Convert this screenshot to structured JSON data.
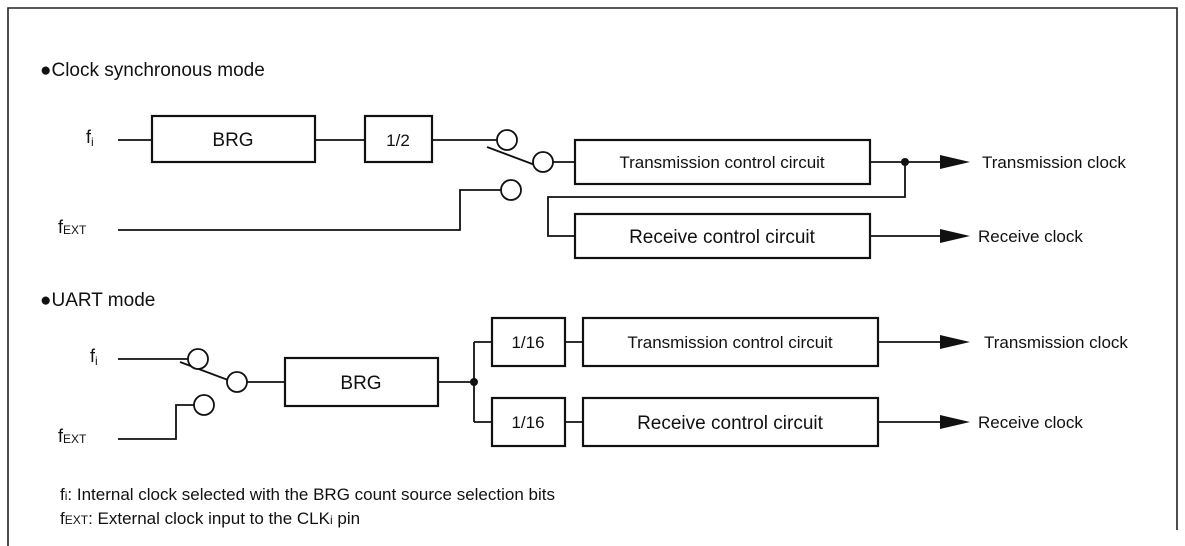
{
  "clock_sync": {
    "heading": "Clock synchronous mode",
    "fi": "f",
    "fi_sub": "i",
    "fext": "f",
    "fext_sub": "EXT",
    "brg": "BRG",
    "divider": "1/2",
    "transmission_box": "Transmission control circuit",
    "receive_box": "Receive control circuit",
    "transmission_out": "Transmission clock",
    "receive_out": "Receive clock"
  },
  "uart": {
    "heading": "UART mode",
    "fi": "f",
    "fi_sub": "i",
    "fext": "f",
    "fext_sub": "EXT",
    "brg": "BRG",
    "divider_tx": "1/16",
    "divider_rx": "1/16",
    "transmission_box": "Transmission control circuit",
    "receive_box": "Receive control circuit",
    "transmission_out": "Transmission clock",
    "receive_out": "Receive clock"
  },
  "notes": {
    "line1_f": "f",
    "line1_sub": "i",
    "line1_text": ": Internal clock selected with the BRG count source selection bits",
    "line2_f": "f",
    "line2_sub": "EXT",
    "line2_text_a": ": External clock input to the CLK",
    "line2_sub2": "i",
    "line2_text_b": " pin"
  },
  "bullet": "●"
}
